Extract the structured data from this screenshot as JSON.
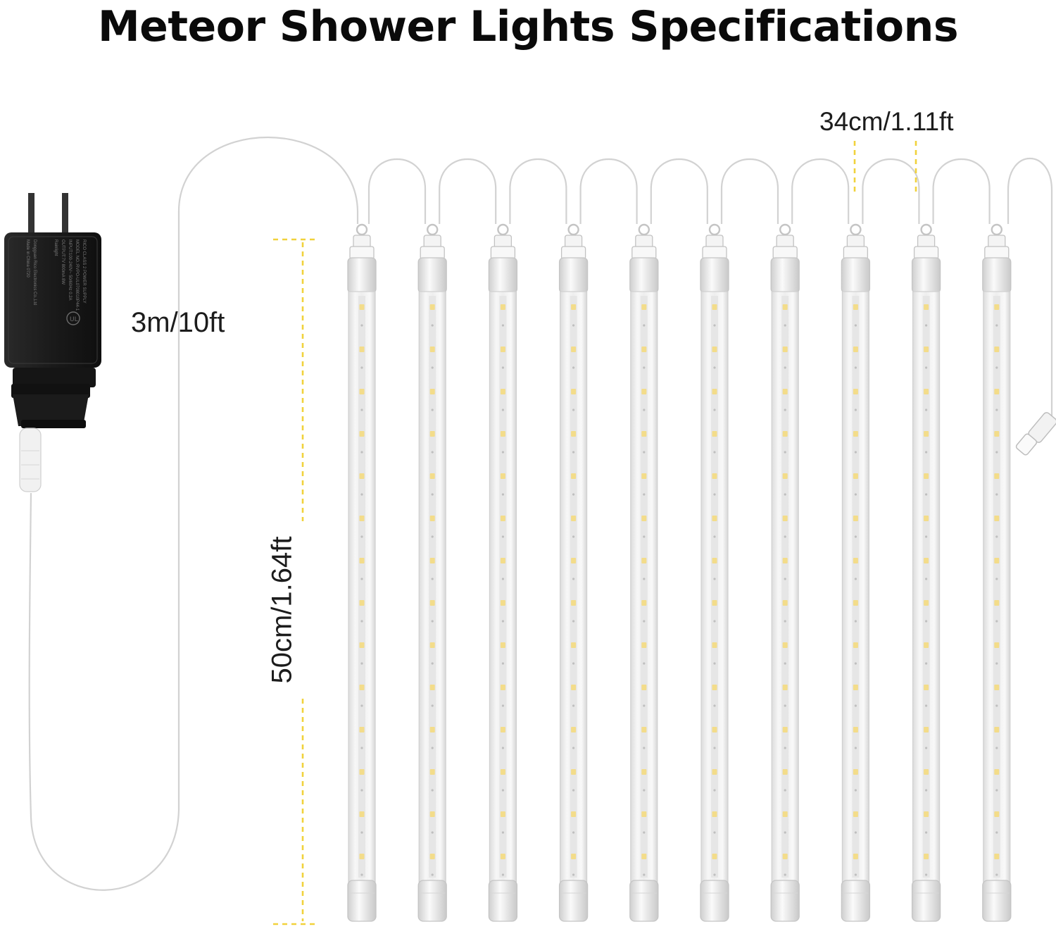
{
  "title": "Meteor Shower Lights Specifications",
  "dimensions": {
    "tube_spacing": "34cm/1.11ft",
    "lead_cord_length": "3m/10ft",
    "tube_length": "50cm/1.64ft"
  },
  "tube_count": 10,
  "adapter_label": {
    "line1": "RICO CLASS 2 POWER SUPPLY",
    "line2": "MODEL NO.:RVPO-UL0708010P44-1",
    "line3": "INPUT:100-240V~ 50/60Hz 0.2A",
    "line4": "OUTPUT:7V 800mA 8W",
    "line5": "Rainlight",
    "line6": "Dongguan Rico Electronics Co.,Ltd",
    "line7": "Made in China 0720"
  },
  "colors": {
    "dimension_guide": "#f1d23c",
    "led": "#f3dc8a",
    "adapter_body": "#1d1d1d",
    "title_text": "#0a0a0a"
  }
}
